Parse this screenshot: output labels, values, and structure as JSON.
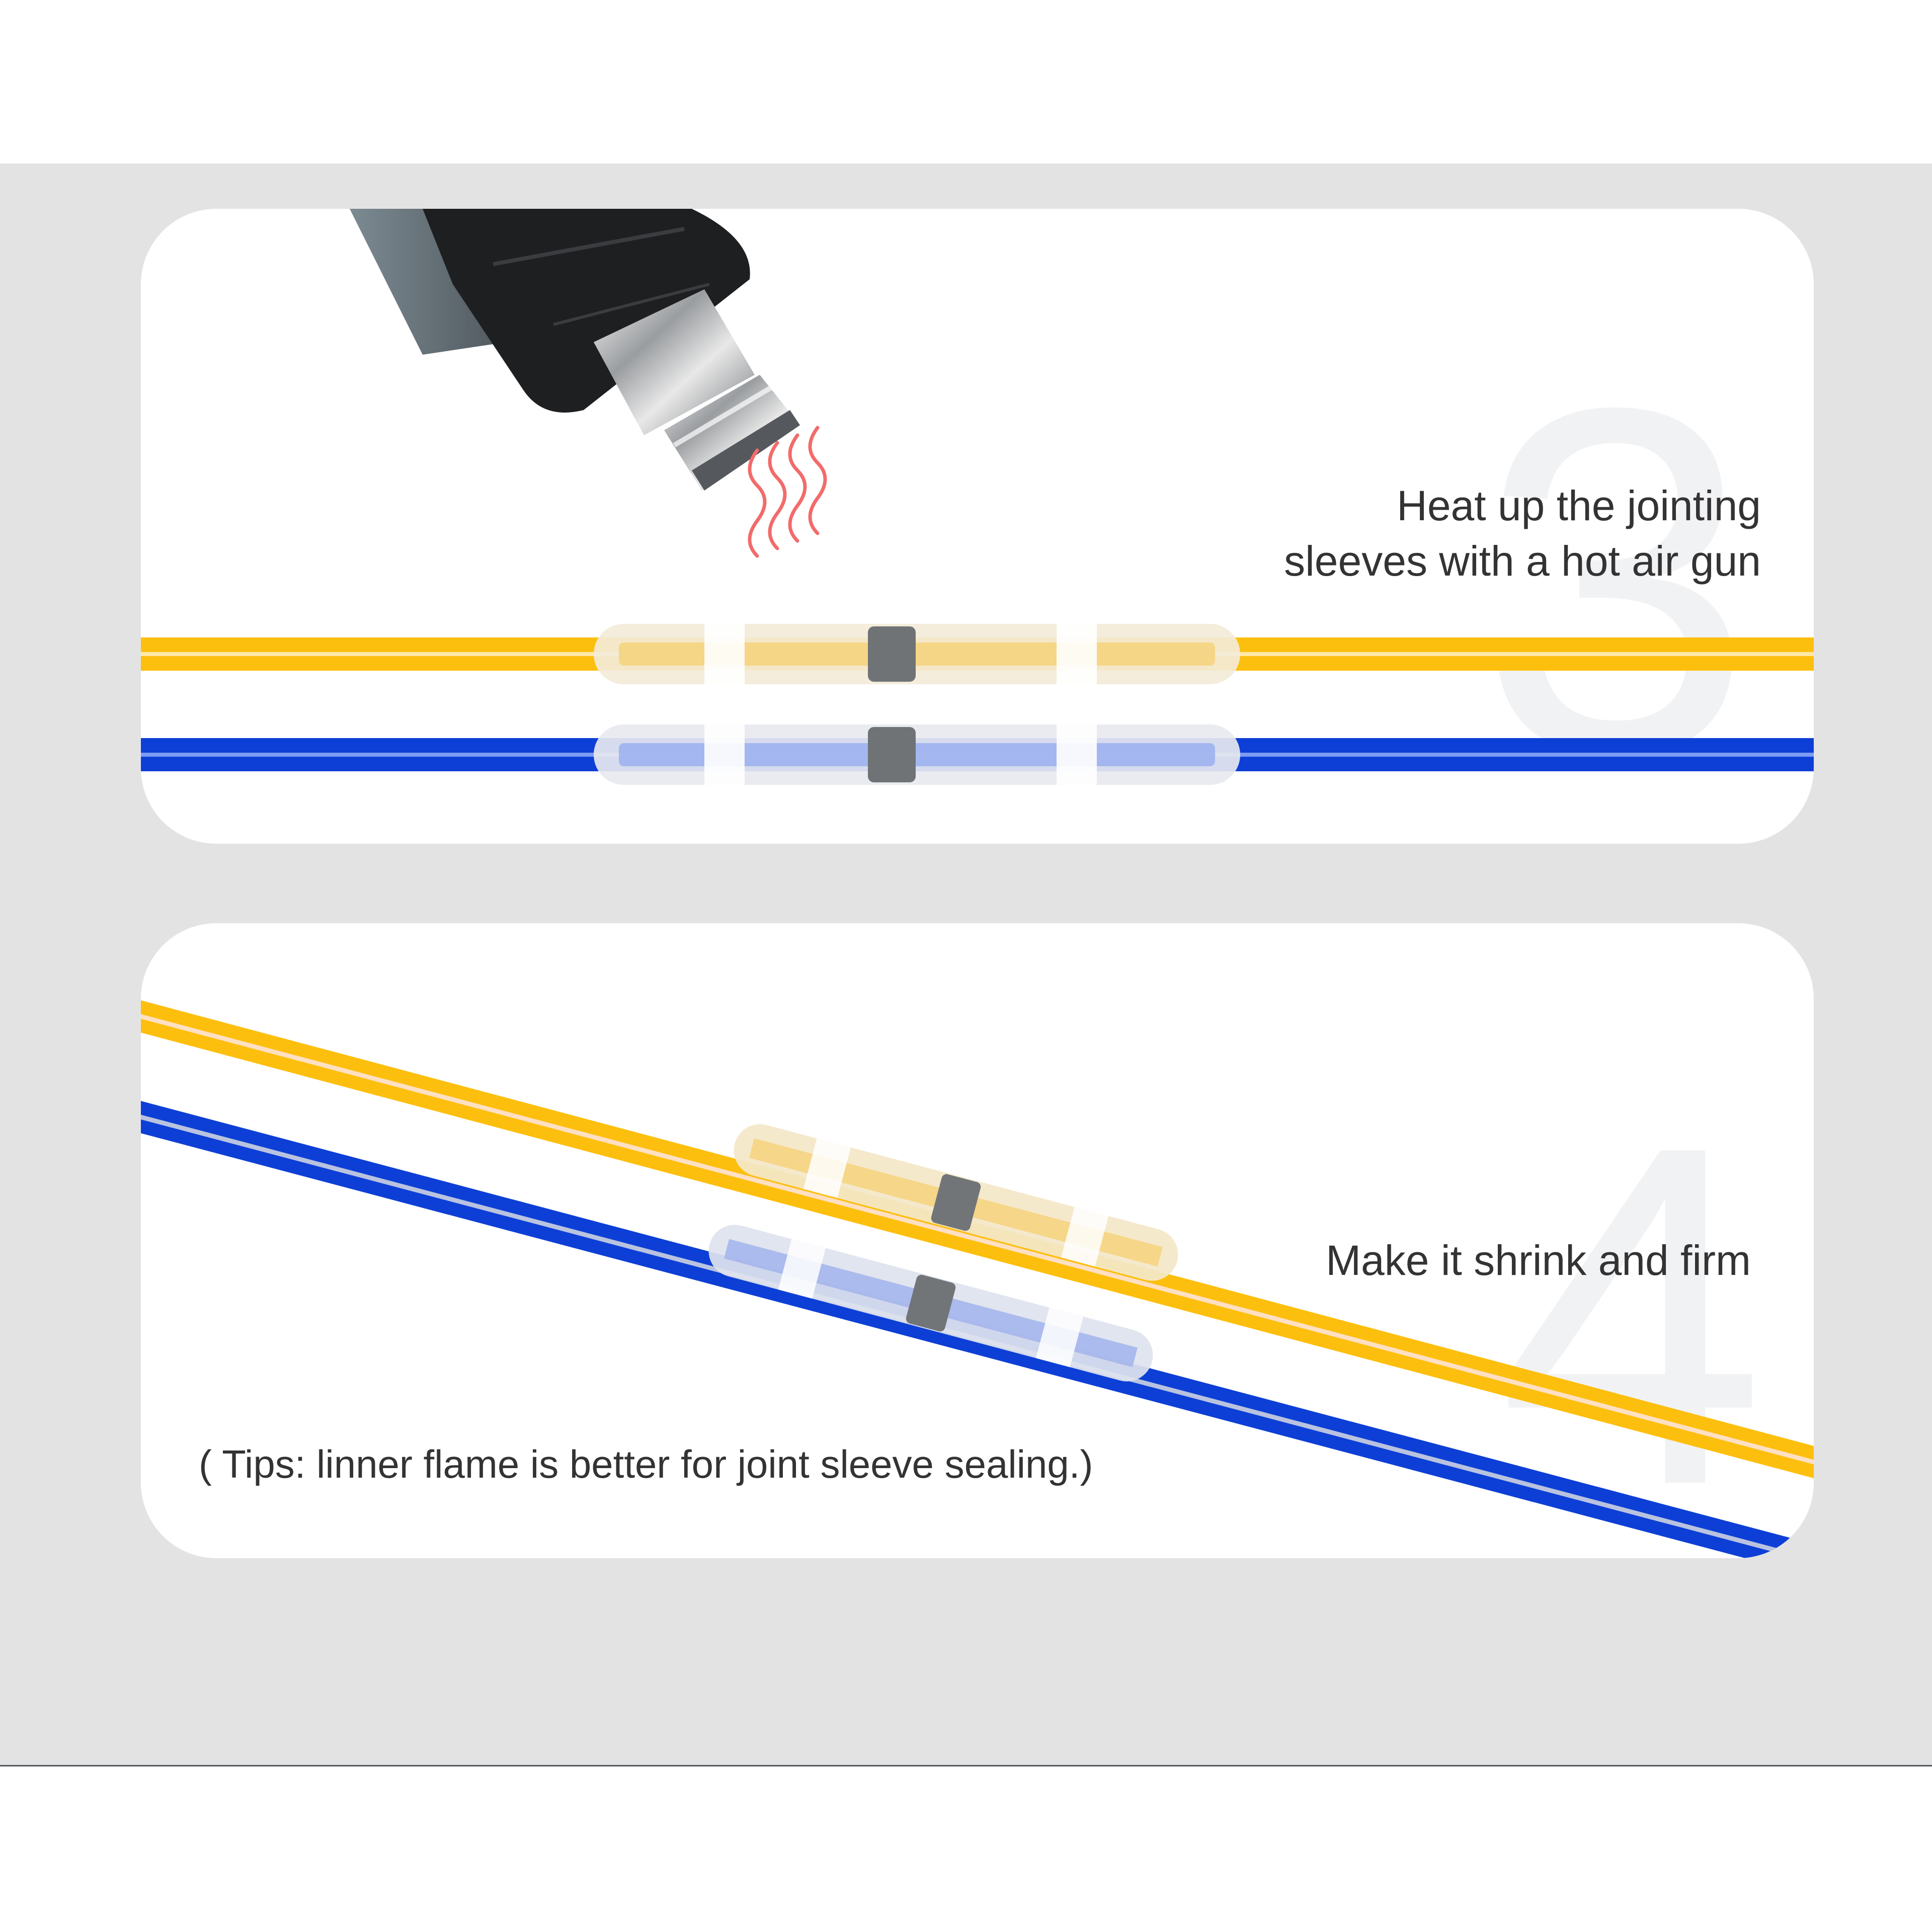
{
  "steps": [
    {
      "number": "3",
      "caption_line1": "Heat up the jointing",
      "caption_line2": "sleeves with a hot air gun"
    },
    {
      "number": "4",
      "caption": "Make it shrink and firm",
      "tip": "( Tips: linner flame is better for joint sleeve sealing.)"
    }
  ],
  "colors": {
    "backdrop": "#e3e3e4",
    "card": "#ffffff",
    "wire_yellow": "#fdbf0e",
    "wire_blue": "#0d3fd6",
    "heat_waves": "#f26b6b",
    "digit": "#f1f2f4"
  },
  "icons": [
    "hot-air-gun-icon",
    "heat-waves-icon",
    "joint-sleeve-icon"
  ]
}
